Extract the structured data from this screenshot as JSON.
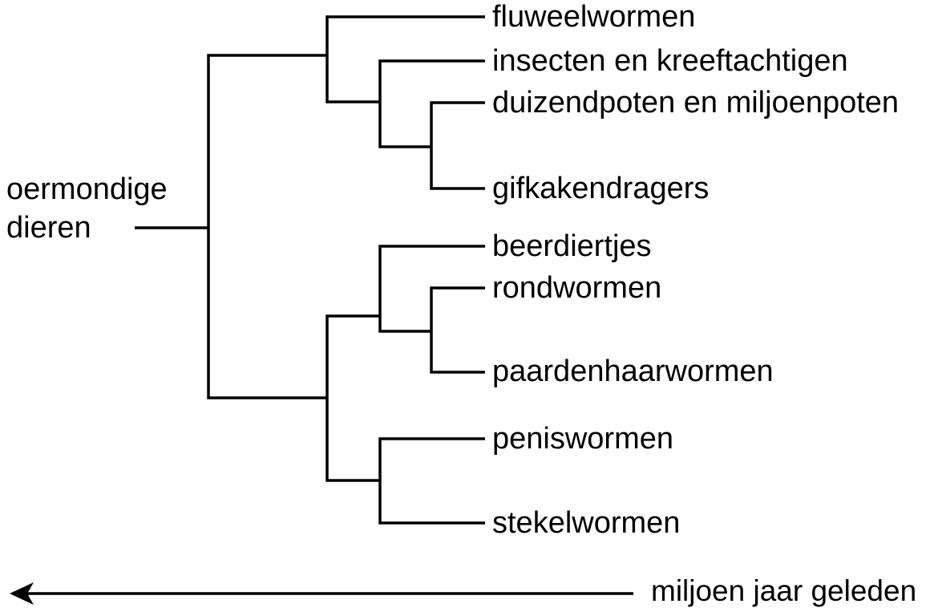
{
  "diagram": {
    "type": "cladogram",
    "language": "nl",
    "colors": {
      "line": "#000000",
      "text": "#000000",
      "background": "#ffffff"
    },
    "root": {
      "line1": "oermondige",
      "line2": "dieren"
    },
    "taxa": [
      {
        "label": "fluweelwormen"
      },
      {
        "label": "insecten en kreeftachtigen"
      },
      {
        "label": "duizendpoten en miljoenpoten"
      },
      {
        "label": "gifkakendragers"
      },
      {
        "label": "beerdiertjes"
      },
      {
        "label": "rondwormen"
      },
      {
        "label": "paardenhaarwormen"
      },
      {
        "label": "peniswormen"
      },
      {
        "label": "stekelwormen"
      }
    ],
    "axis": {
      "label": "miljoen jaar geleden",
      "arrow_direction": "left"
    },
    "topology": {
      "root": "oermondige dieren",
      "children": [
        {
          "children": [
            "fluweelwormen",
            {
              "children": [
                "insecten en kreeftachtigen",
                {
                  "children": [
                    "duizendpoten en miljoenpoten",
                    "gifkakendragers"
                  ]
                }
              ]
            }
          ]
        },
        {
          "children": [
            {
              "children": [
                "beerdiertjes",
                {
                  "children": [
                    "rondwormen",
                    "paardenhaarwormen"
                  ]
                }
              ]
            },
            {
              "children": [
                "peniswormen",
                "stekelwormen"
              ]
            }
          ]
        }
      ]
    }
  }
}
